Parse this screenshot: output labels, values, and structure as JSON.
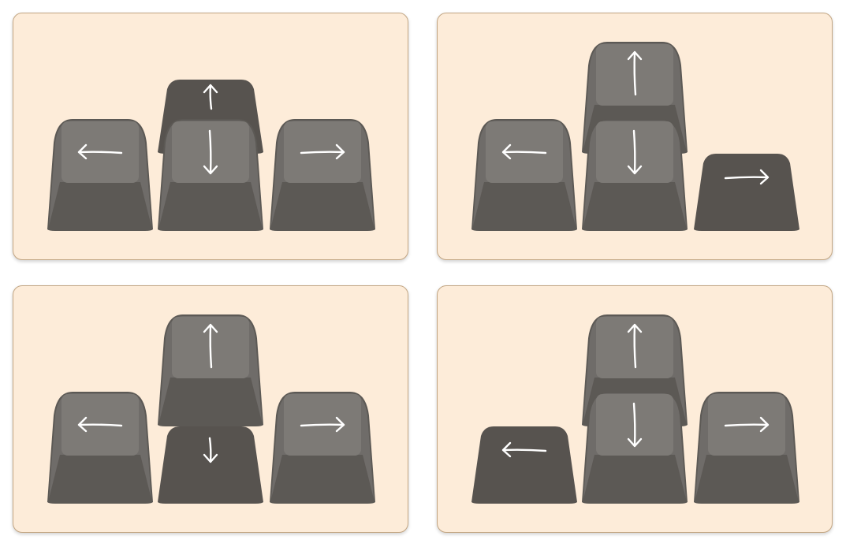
{
  "colors": {
    "panel_background": "#fdecd9",
    "panel_border": "#c2a582",
    "key_raised_base": "#5c5955",
    "key_raised_side": "#6f6c69",
    "key_raised_top": "#7d7a76",
    "key_pressed": "#57534f",
    "arrow_stroke": "#ffffff"
  },
  "panels": [
    {
      "name": "panel-up-pressed",
      "pressed_key": "up",
      "keys": [
        "left",
        "up",
        "down",
        "right"
      ]
    },
    {
      "name": "panel-right-pressed",
      "pressed_key": "right",
      "keys": [
        "left",
        "up",
        "down",
        "right"
      ]
    },
    {
      "name": "panel-down-pressed",
      "pressed_key": "down",
      "keys": [
        "left",
        "up",
        "down",
        "right"
      ]
    },
    {
      "name": "panel-left-pressed",
      "pressed_key": "left",
      "keys": [
        "left",
        "up",
        "down",
        "right"
      ]
    }
  ],
  "icons": {
    "left": "arrow-left-icon",
    "up": "arrow-up-icon",
    "down": "arrow-down-icon",
    "right": "arrow-right-icon"
  }
}
